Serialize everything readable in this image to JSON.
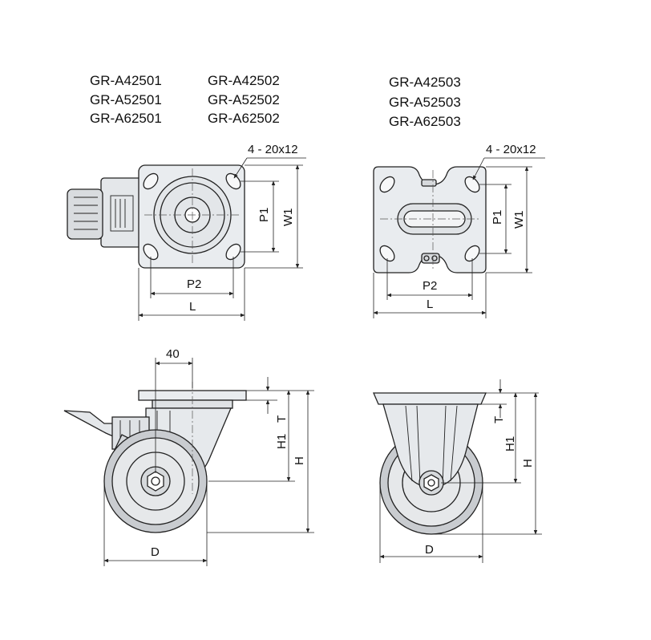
{
  "model_codes": {
    "swivel": [
      "GR-A42501",
      "GR-A52501",
      "GR-A62501"
    ],
    "swivel_brake": [
      "GR-A42502",
      "GR-A52502",
      "GR-A62502"
    ],
    "fixed": [
      "GR-A42503",
      "GR-A52503",
      "GR-A62503"
    ]
  },
  "dimensions": {
    "bolt_holes": "4 - 20x12",
    "P1": "P1",
    "W1": "W1",
    "P2": "P2",
    "L": "L",
    "offset": "40",
    "T": "T",
    "H1": "H1",
    "H": "H",
    "D": "D"
  },
  "colors": {
    "plate_fill": "#e9ecef",
    "wheel_fill": "#e6e8ea",
    "tread_fill": "#c9ccd0",
    "line": "#222222"
  }
}
